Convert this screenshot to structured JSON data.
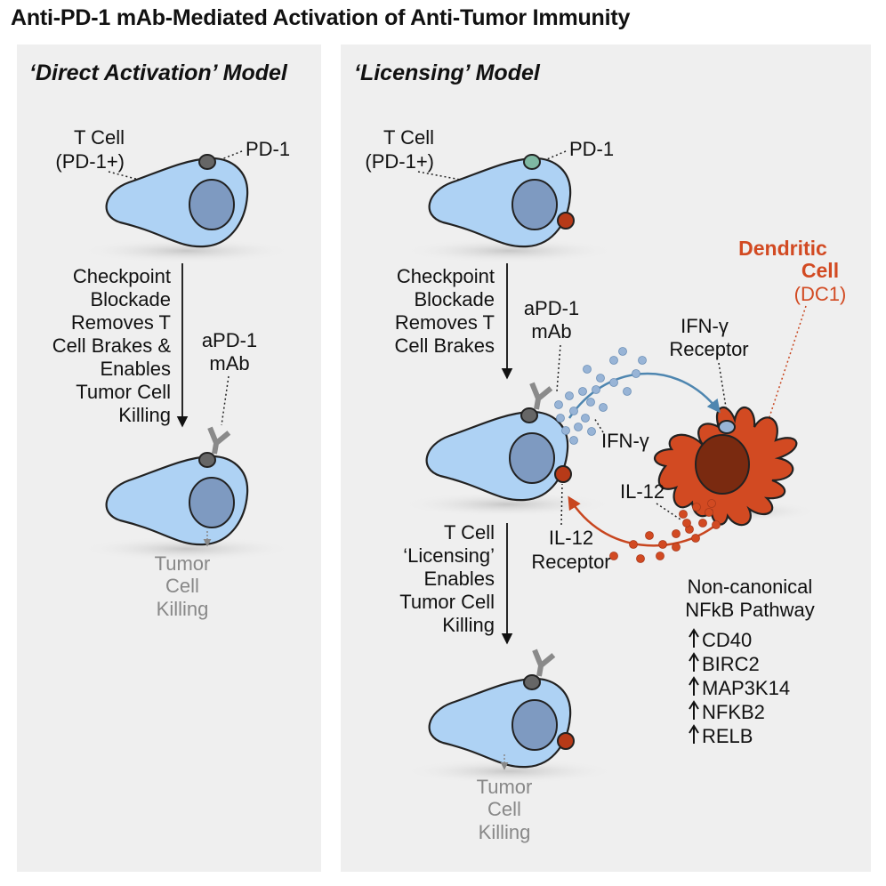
{
  "title": "Anti-PD-1 mAb-Mediated Activation of Anti-Tumor Immunity",
  "colors": {
    "panel_bg": "#efefef",
    "t_cell_fill": "#aed2f4",
    "nucleus_fill": "#7e9ac1",
    "dc_fill": "#d24a22",
    "dc_nucleus": "#7a2a10",
    "ifn_dots": "#98b4d6",
    "il12_dots": "#d24a22",
    "ifn_arrow": "#4e86b0",
    "il12_arrow": "#c8461f",
    "pd1_grey": "#666666",
    "pd1_green": "#7fb8a3",
    "antibody": "#8a8a8a"
  },
  "left_panel": {
    "heading": "‘Direct Activation’ Model",
    "t_cell_label": [
      "T Cell",
      "(PD-1+)"
    ],
    "pd1_label": "PD-1",
    "arrow_label": [
      "Checkpoint",
      "Blockade",
      "Removes T",
      "Cell Brakes &",
      "Enables",
      "Tumor Cell",
      "Killing"
    ],
    "mab_label": [
      "aPD-1",
      "mAb"
    ],
    "outcome": [
      "Tumor",
      "Cell",
      "Killing"
    ]
  },
  "right_panel": {
    "heading": "‘Licensing’ Model",
    "t_cell_label": [
      "T Cell",
      "(PD-1+)"
    ],
    "pd1_label": "PD-1",
    "arrow_label": [
      "Checkpoint",
      "Blockade",
      "Removes T",
      "Cell Brakes"
    ],
    "mab_label": [
      "aPD-1",
      "mAb"
    ],
    "dc_label": [
      "Dendritic",
      "Cell"
    ],
    "dc_subtype": "(DC1)",
    "ifn_receptor": [
      "IFN-γ",
      "Receptor"
    ],
    "ifn_label": "IFN-γ",
    "il12_label": "IL-12",
    "il12_receptor": [
      "IL-12",
      "Receptor"
    ],
    "licensing_label": [
      "T Cell",
      "‘Licensing’",
      "Enables",
      "Tumor Cell",
      "Killing"
    ],
    "pathway_label": [
      "Non-canonical",
      "NFkB Pathway"
    ],
    "genes": [
      "CD40",
      "BIRC2",
      "MAP3K14",
      "NFKB2",
      "RELB"
    ],
    "outcome": [
      "Tumor",
      "Cell",
      "Killing"
    ]
  }
}
